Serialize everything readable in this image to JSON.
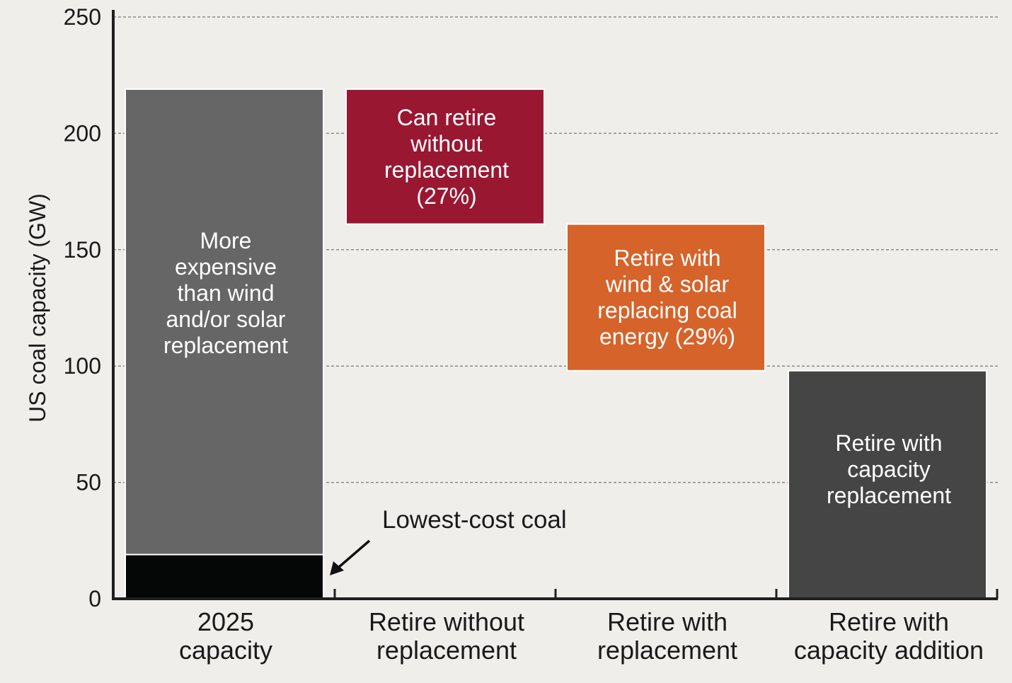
{
  "chart_data": {
    "type": "bar",
    "subtype": "waterfall",
    "ylabel": "US coal capacity (GW)",
    "ylim": [
      0,
      250
    ],
    "yticks": [
      0,
      50,
      100,
      150,
      200,
      250
    ],
    "grid": true,
    "categories": [
      "2025\ncapacity",
      "Retire without\nreplacement",
      "Retire with\nreplacement",
      "Retire with\ncapacity addition"
    ],
    "segments": [
      {
        "category_index": 0,
        "start": 0,
        "end": 19,
        "color": "#050707",
        "label": ""
      },
      {
        "category_index": 0,
        "start": 19,
        "end": 219,
        "color": "#666666",
        "label": "More\nexpensive\nthan wind\nand/or solar\nreplacement"
      },
      {
        "category_index": 1,
        "start": 161,
        "end": 219,
        "color": "#9a1732",
        "label": "Can retire\nwithout\nreplacement\n(27%)"
      },
      {
        "category_index": 2,
        "start": 98,
        "end": 161,
        "color": "#d6632a",
        "label": "Retire with\nwind & solar\nreplacing coal\nenergy (29%)"
      },
      {
        "category_index": 3,
        "start": 0,
        "end": 98,
        "color": "#454545",
        "label": "Retire with\ncapacity\nreplacement"
      }
    ],
    "annotations": [
      {
        "text": "Lowest-cost coal",
        "points_to_category": 0,
        "value": 10
      }
    ]
  }
}
